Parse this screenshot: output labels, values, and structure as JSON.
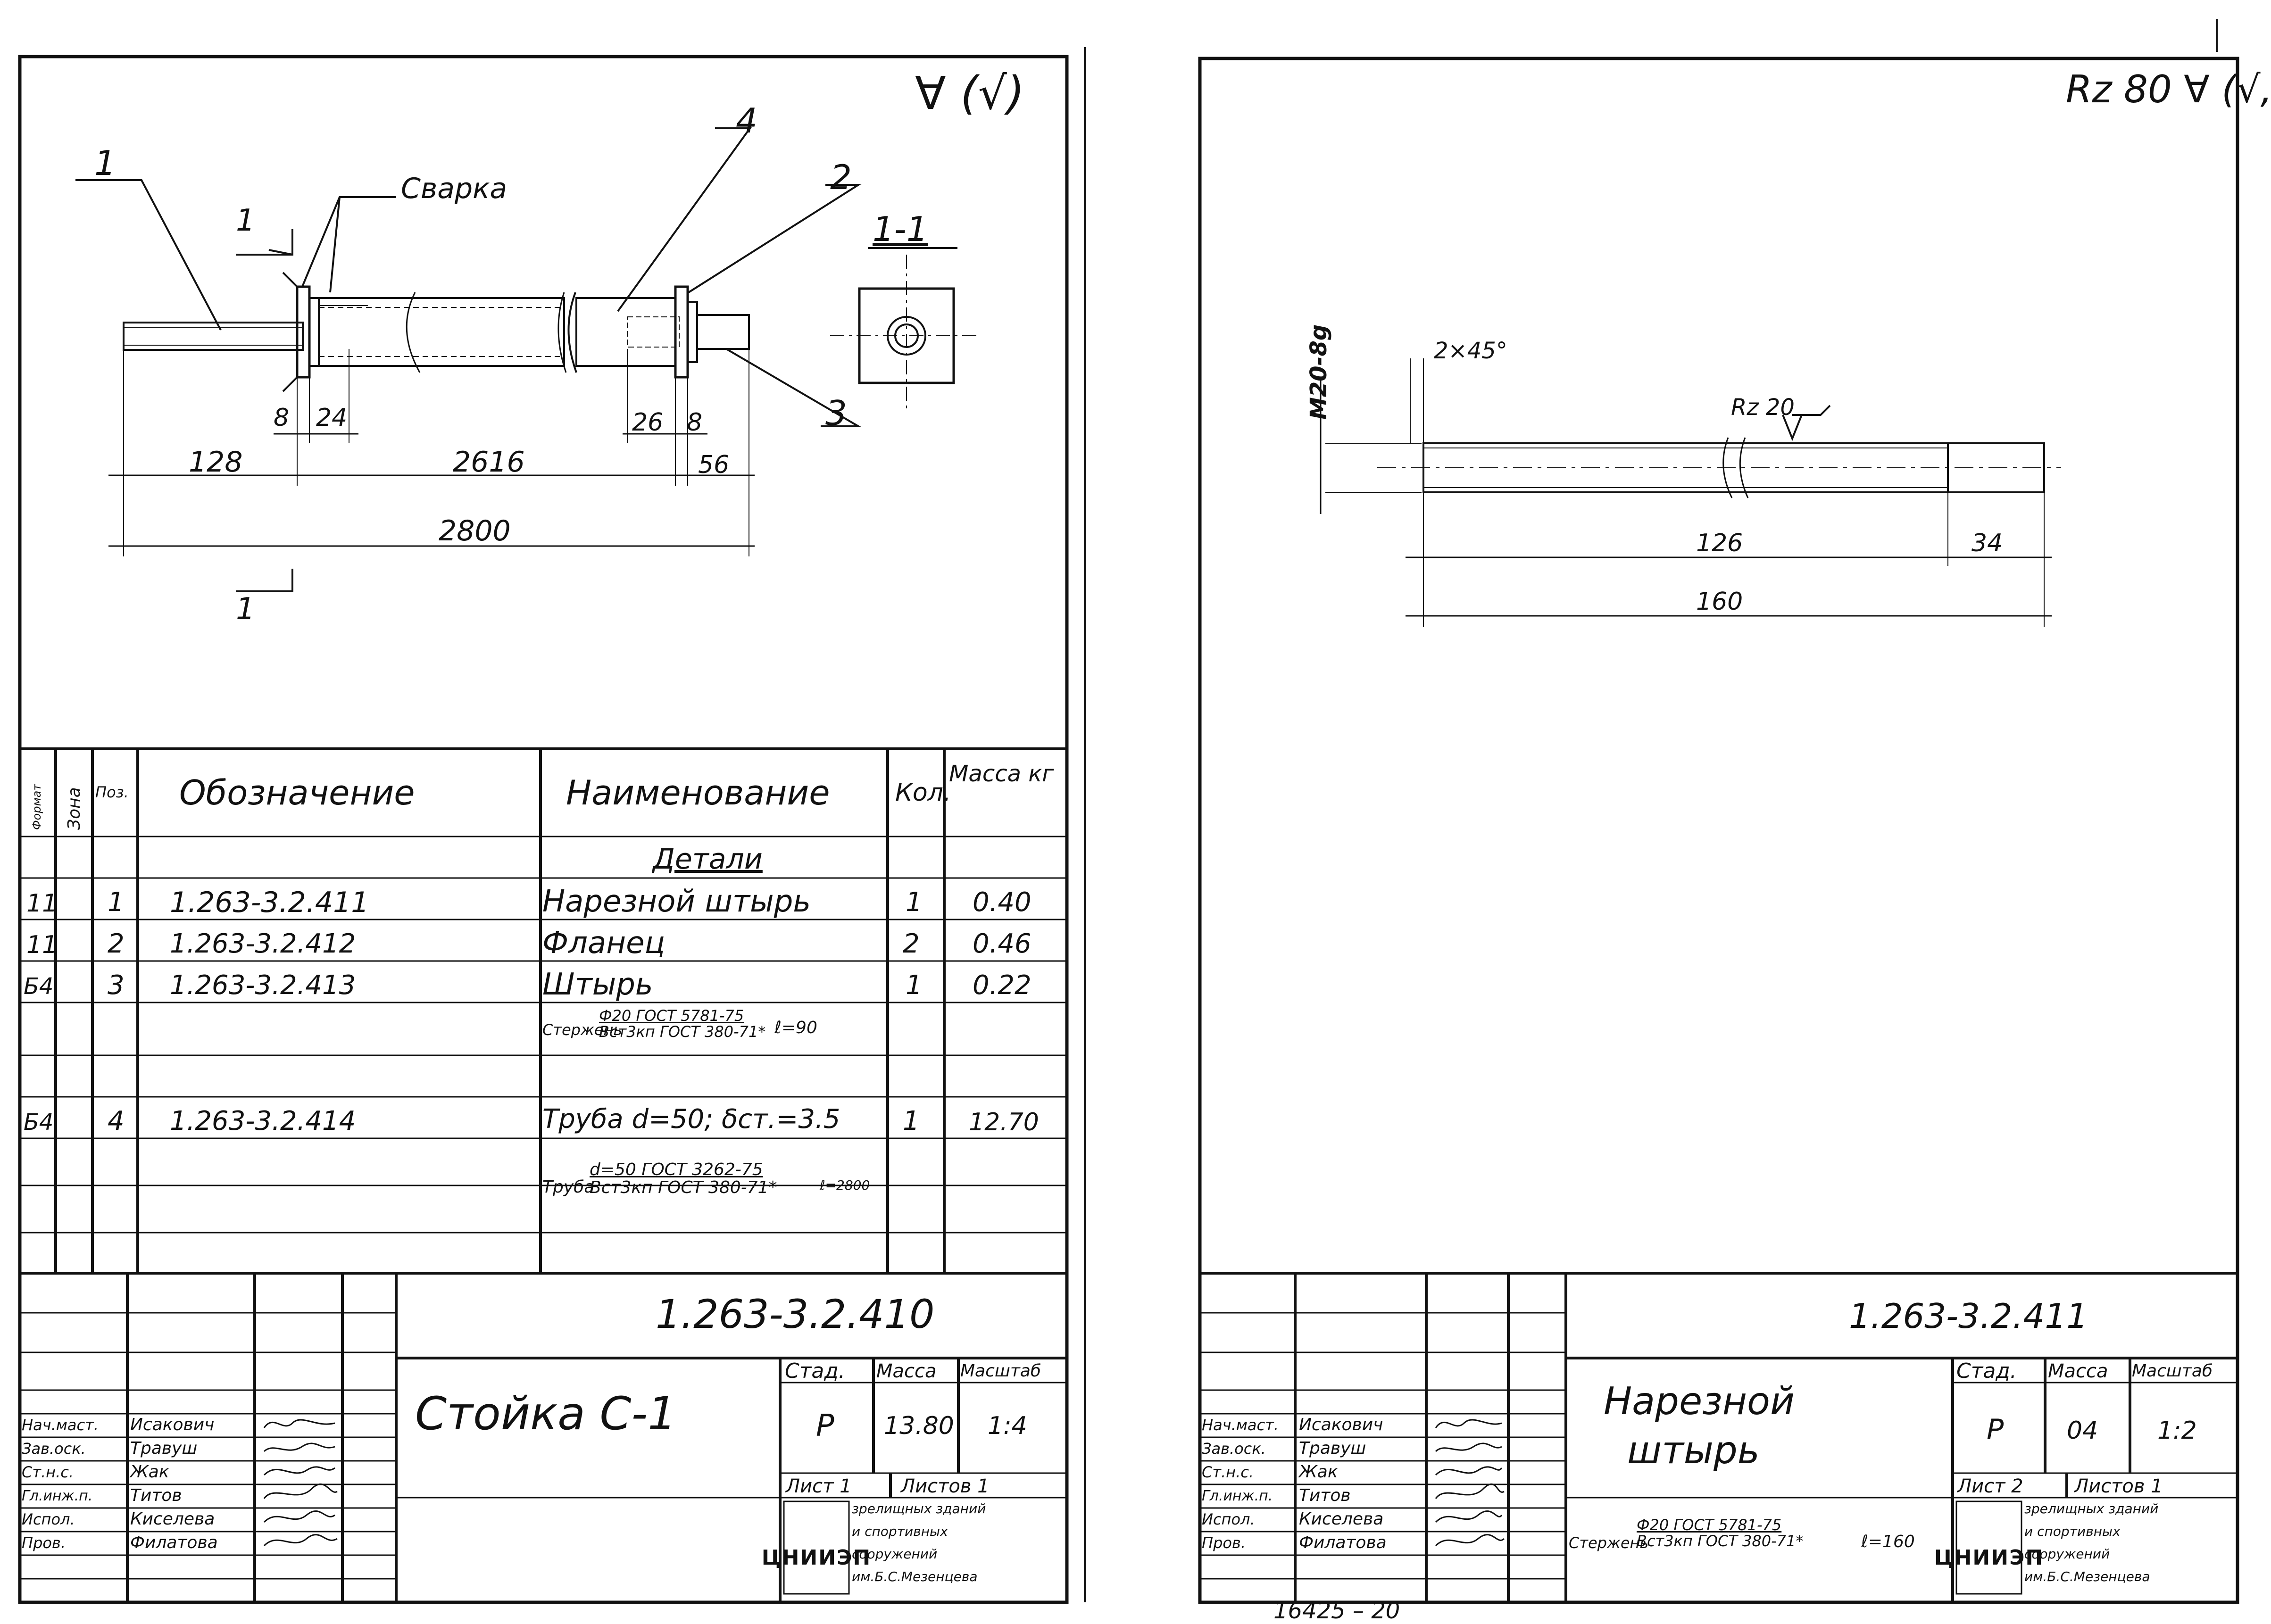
{
  "sheets": [
    {
      "roughness_mark": "∀ (√)",
      "labels": {
        "weld": "Сварка",
        "section_mark": "1",
        "section_title": "1-1"
      },
      "callouts": [
        "1",
        "4",
        "2",
        "3"
      ],
      "dims": {
        "d8a": "8",
        "d24": "24",
        "d26": "26",
        "d8b": "8",
        "d128": "128",
        "d2616": "2616",
        "d56": "56",
        "d2800": "2800"
      },
      "spec": {
        "headers": {
          "format": "Формат",
          "zone": "Зона",
          "pos": "Поз.",
          "designation": "Обозначение",
          "name": "Наименование",
          "qty": "Кол.",
          "mass": "Масса кг"
        },
        "section": "Детали",
        "rows": [
          {
            "format": "11",
            "pos": "1",
            "designation": "1.263-3.2.411",
            "name": "Нарезной штырь",
            "qty": "1",
            "mass": "0.40"
          },
          {
            "format": "11",
            "pos": "2",
            "designation": "1.263-3.2.412",
            "name": "Фланец",
            "qty": "2",
            "mass": "0.46"
          },
          {
            "format": "Б4",
            "pos": "3",
            "designation": "1.263-3.2.413",
            "name": "Штырь",
            "qty": "1",
            "mass": "0.22"
          }
        ],
        "note_rod": {
          "prefix": "Стержень",
          "top": "Ф20 ГОСТ 5781-75",
          "bottom": "Вст3кп ГОСТ 380-71*",
          "length": "ℓ=90"
        },
        "row4": {
          "format": "Б4",
          "pos": "4",
          "designation": "1.263-3.2.414",
          "name": "Труба d=50; δст.=3.5",
          "qty": "1",
          "mass": "12.70"
        },
        "note_pipe": {
          "prefix": "Труба",
          "top": "d=50 ГОСТ 3262-75",
          "bottom": "Вст3кп ГОСТ 380-71*",
          "length": "ℓ=2800"
        }
      },
      "title_block": {
        "doc_code": "1.263-3.2.410",
        "title": "Стойка С-1",
        "stage_h": "Стад.",
        "mass_h": "Масса",
        "scale_h": "Масштаб",
        "stage": "Р",
        "mass": "13.80",
        "scale": "1:4",
        "sheet": "Лист 1",
        "sheets": "Листов 1",
        "org_logo": "ЦНИИЭП",
        "org": [
          "зрелищных зданий",
          "и спортивных",
          "сооружений",
          "им.Б.С.Мезенцева"
        ],
        "signatures": [
          {
            "role": "Нач.маст.",
            "name": "Исакович"
          },
          {
            "role": "Зав.оск.",
            "name": "Травуш"
          },
          {
            "role": "Ст.н.с.",
            "name": "Жак"
          },
          {
            "role": "Гл.инж.п.",
            "name": "Титов"
          },
          {
            "role": "Испол.",
            "name": "Киселева"
          },
          {
            "role": "Пров.",
            "name": "Филатова"
          }
        ]
      }
    },
    {
      "roughness_mark": "Rz 80 ∀ (√,",
      "labels": {
        "thread": "М20-8g",
        "chamfer": "2×45°",
        "rz": "Rz 20"
      },
      "dims": {
        "d126": "126",
        "d34": "34",
        "d160": "160"
      },
      "title_block": {
        "doc_code": "1.263-3.2.411",
        "title_line1": "Нарезной",
        "title_line2": "штырь",
        "stage_h": "Стад.",
        "mass_h": "Масса",
        "scale_h": "Масштаб",
        "stage": "Р",
        "mass": "04",
        "scale": "1:2",
        "sheet": "Лист 2",
        "sheets": "Листов 1",
        "material": {
          "prefix": "Стержень",
          "top": "Ф20 ГОСТ 5781-75",
          "bottom": "Вст3кп ГОСТ 380-71*",
          "length": "ℓ=160"
        },
        "org_logo": "ЦНИИЭП",
        "org": [
          "зрелищных зданий",
          "и спортивных",
          "сооружений",
          "им.Б.С.Мезенцева"
        ],
        "signatures": [
          {
            "role": "Нач.маст.",
            "name": "Исакович"
          },
          {
            "role": "Зав.оск.",
            "name": "Травуш"
          },
          {
            "role": "Ст.н.с.",
            "name": "Жак"
          },
          {
            "role": "Гл.инж.п.",
            "name": "Титов"
          },
          {
            "role": "Испол.",
            "name": "Киселева"
          },
          {
            "role": "Пров.",
            "name": "Филатова"
          }
        ]
      },
      "footer_stamp": "16425 – 20"
    }
  ]
}
